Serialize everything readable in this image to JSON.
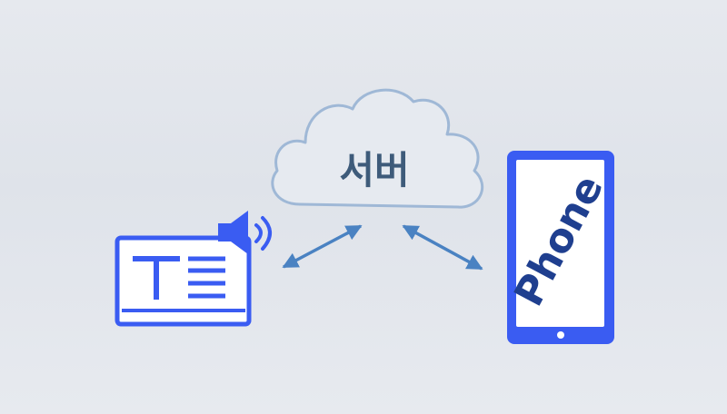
{
  "server": {
    "label": "서버",
    "icon": "cloud-icon"
  },
  "phone": {
    "label": "Phone",
    "icon": "phone-icon"
  },
  "tts_device": {
    "icon": "text-to-speech-icon",
    "letter": "T"
  },
  "links": [
    {
      "from": "tts_device",
      "to": "server",
      "style": "bidirectional"
    },
    {
      "from": "server",
      "to": "phone",
      "style": "bidirectional"
    }
  ],
  "colors": {
    "background": "#e3e7ed",
    "device_blue": "#3a5cf2",
    "cloud_stroke": "#9fb8d6",
    "arrow": "#4a82c2",
    "server_text": "#3e5b7a",
    "phone_text": "#1f3f8f"
  }
}
